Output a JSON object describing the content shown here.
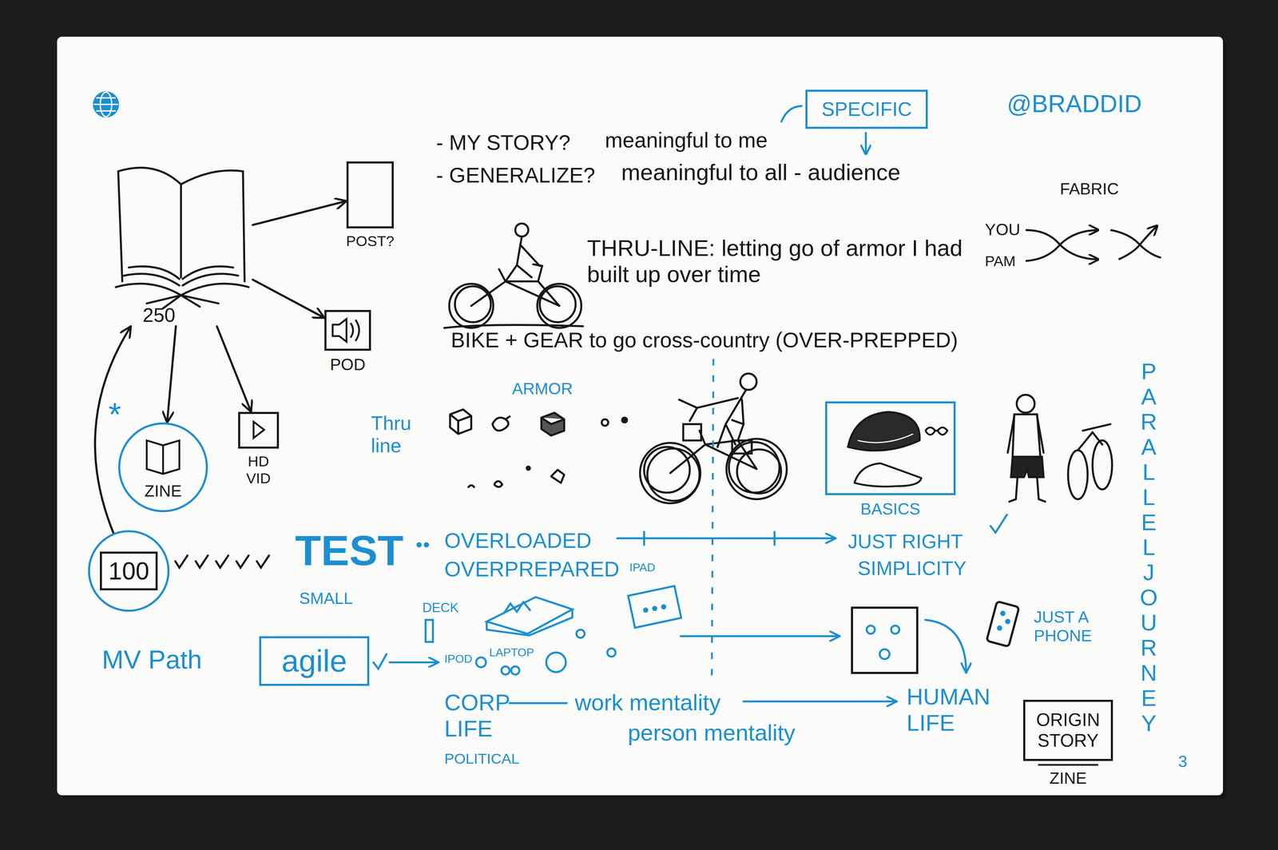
{
  "diagram": {
    "nodes": [
      {
        "text": [
          "SPECIFIC"
        ]
      },
      {
        "text": [
          "250"
        ]
      },
      {
        "text": [
          "POST?"
        ]
      },
      {
        "text": [
          "POD"
        ]
      },
      {
        "text": [
          "ZINE"
        ]
      },
      {
        "text": [
          "HD VID"
        ]
      },
      {
        "text": [
          "100"
        ]
      },
      {
        "text": [
          "agile"
        ]
      },
      {
        "text": [
          "BASICS"
        ]
      },
      {
        "text": [
          "ORIGIN STORY",
          "ZINE"
        ]
      }
    ],
    "edges": [
      {
        "from": 1,
        "to": 2,
        "arrow": "to"
      },
      {
        "from": 1,
        "to": 3,
        "arrow": "to"
      },
      {
        "from": 1,
        "to": 4,
        "arrow": "to"
      },
      {
        "from": 1,
        "to": 5,
        "arrow": "to"
      },
      {
        "from": 6,
        "to": 1,
        "arrow": "to"
      }
    ],
    "labels": [
      "- MY STORY?",
      "meaningful to me",
      "- GENERALIZE?",
      "meaningful to all - audience",
      "@BRADDID",
      "FABRIC",
      "YOU",
      "PAM",
      "THRU-LINE: letting go of armor I had built up over time",
      "BIKE + GEAR to go cross-country (OVER-PREPPED)",
      "ARMOR",
      "Thru line",
      "*",
      "TEST",
      "SMALL",
      "OVERLOADED",
      "OVERPREPARED",
      "IPAD",
      "DECK",
      "IPOD",
      "LAPTOP",
      "MV Path",
      "JUST RIGHT",
      "SIMPLICITY",
      "JUST A PHONE",
      "CORP LIFE",
      "POLITICAL",
      "work mentality",
      "person mentality",
      "HUMAN LIFE",
      "PARALLEL JOURNEY",
      "3"
    ]
  }
}
